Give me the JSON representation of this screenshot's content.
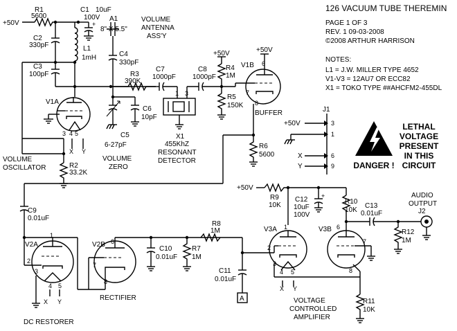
{
  "title": {
    "line1": "126 VACUUM TUBE THEREMIN",
    "line2": "PAGE 1 OF 3",
    "line3": "REV. 1  09-03-2008",
    "line4": "©2008 ARTHUR HARRISON"
  },
  "notes": {
    "header": "NOTES:",
    "n1": "L1 = J.W. MILLER TYPE 4652",
    "n2": "V1-V3 = 12AU7 OR ECC82",
    "n3": "X1 = TOKO TYPE ##AHCFM2-455DL"
  },
  "warning": {
    "l1": "LETHAL",
    "l2": "VOLTAGE",
    "l3": "PRESENT",
    "l4": "IN THIS",
    "l5": "CIRCUIT",
    "danger": "DANGER !"
  },
  "supplies": {
    "v50_left": "+50V",
    "v50_r4": "+50V",
    "v50_v1b": "+50V",
    "v50_j1": "+50V",
    "v50_vca": "+50V"
  },
  "components": {
    "r1": {
      "ref": "R1",
      "val": "5600"
    },
    "c1": {
      "ref": "C1",
      "val1": "10uF",
      "val2": "100V"
    },
    "c2": {
      "ref": "C2",
      "val": "330pF"
    },
    "c3": {
      "ref": "C3",
      "val": "100pF"
    },
    "l1": {
      "ref": "L1",
      "val": "1mH"
    },
    "a1": {
      "ref": "A1",
      "size": "8\" X 5.5\"",
      "name1": "VOLUME",
      "name2": "ANTENNA",
      "name3": "ASS'Y"
    },
    "c4": {
      "ref": "C4",
      "val": "330pF"
    },
    "r3": {
      "ref": "R3",
      "val": "390K"
    },
    "c7": {
      "ref": "C7",
      "val": "1000pF"
    },
    "c8": {
      "ref": "C8",
      "val": "1000pF"
    },
    "r4": {
      "ref": "R4",
      "val": "1M"
    },
    "r5": {
      "ref": "R5",
      "val": "150K"
    },
    "c5": {
      "ref": "C5",
      "val": "6-27pF"
    },
    "c6": {
      "ref": "C6",
      "val": "10pF"
    },
    "x1": {
      "ref": "X1",
      "val": "455KhZ",
      "name1": "RESONANT",
      "name2": "DETECTOR"
    },
    "r2": {
      "ref": "R2",
      "val": "33.2K"
    },
    "r6": {
      "ref": "R6",
      "val": "5600"
    },
    "c9": {
      "ref": "C9",
      "val": "0.01uF"
    },
    "c10": {
      "ref": "C10",
      "val": "0.01uF"
    },
    "r7": {
      "ref": "R7",
      "val": "1M"
    },
    "r8": {
      "ref": "R8",
      "val": "1M"
    },
    "c11": {
      "ref": "C11",
      "val": "0.01uF"
    },
    "r9": {
      "ref": "R9",
      "val": "10K"
    },
    "c12": {
      "ref": "C12",
      "val1": "10uF",
      "val2": "100V"
    },
    "r10": {
      "ref": "R10",
      "val": "10K"
    },
    "c13": {
      "ref": "C13",
      "val": "0.01uF"
    },
    "r12": {
      "ref": "R12",
      "val": "1M"
    },
    "r11": {
      "ref": "R11",
      "val": "10K"
    },
    "j1": {
      "ref": "J1"
    },
    "j2": {
      "ref": "J2",
      "name1": "AUDIO",
      "name2": "OUTPUT"
    }
  },
  "tubes": {
    "v1a": {
      "ref": "V1A",
      "name1": "VOLUME",
      "name2": "OSCILLATOR"
    },
    "v1b": {
      "ref": "V1B",
      "name": "BUFFER"
    },
    "v2a": {
      "ref": "V2A",
      "name": "DC RESTORER"
    },
    "v2b": {
      "ref": "V2B",
      "name": "RECTIFIER"
    },
    "v3a": {
      "ref": "V3A",
      "name1": "VOLTAGE",
      "name2": "CONTROLLED",
      "name3": "AMPLIFIER"
    },
    "v3b": {
      "ref": "V3B"
    }
  },
  "labels": {
    "volume_zero1": "VOLUME",
    "volume_zero2": "ZERO",
    "x": "X",
    "y": "Y",
    "a_tag": "A"
  },
  "pins": {
    "p1": "1",
    "p2": "2",
    "p3": "3",
    "p4": "4",
    "p5": "5",
    "p6": "6",
    "p7": "7",
    "p8": "8",
    "p9": "9"
  }
}
